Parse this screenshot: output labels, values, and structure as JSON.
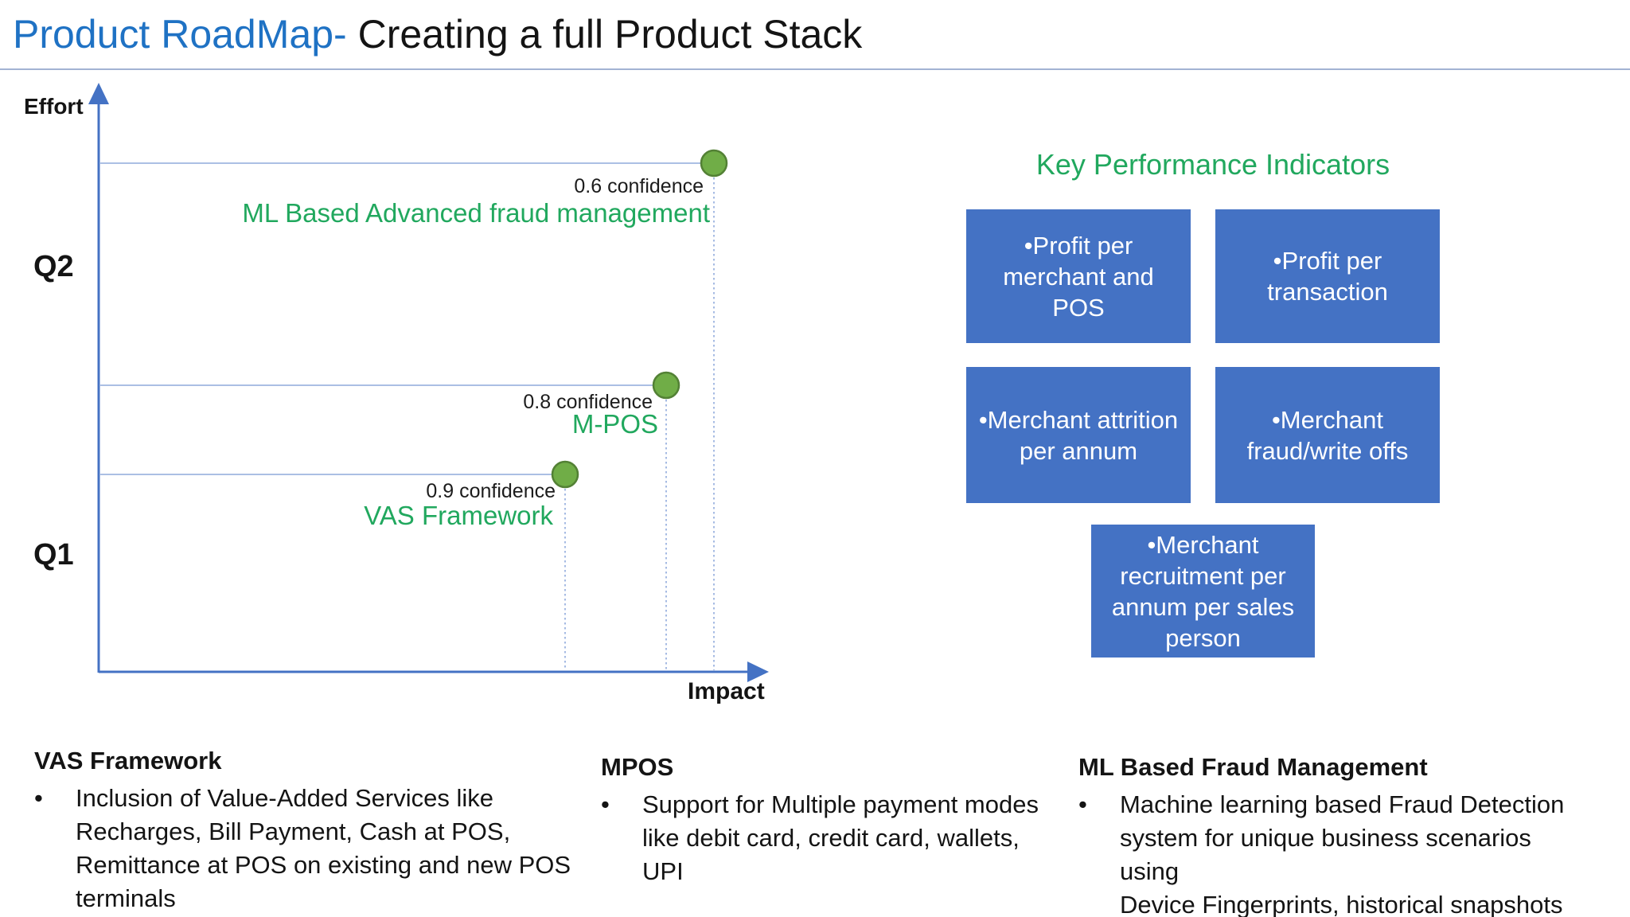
{
  "title": {
    "highlight": "Product RoadMap-",
    "rest": "Creating a full Product Stack"
  },
  "chart": {
    "y_axis_label": "Effort",
    "x_axis_label": "Impact",
    "q2_label": "Q2",
    "q1_label": "Q1",
    "points": [
      {
        "confidence_label": "0.6 confidence",
        "name": "ML Based Advanced fraud management"
      },
      {
        "confidence_label": "0.8 confidence",
        "name": "M-POS"
      },
      {
        "confidence_label": "0.9 confidence",
        "name": "VAS Framework"
      }
    ]
  },
  "chart_data": {
    "type": "scatter",
    "title": "Product RoadMap - Effort vs Impact",
    "xlabel": "Impact",
    "ylabel": "Effort",
    "y_axis_ticks": [
      "Q1",
      "Q2"
    ],
    "grid": false,
    "legend": "none",
    "points": [
      {
        "label": "VAS Framework",
        "confidence": 0.9,
        "quarter": "Q1",
        "impact": "low",
        "effort": "low"
      },
      {
        "label": "M-POS",
        "confidence": 0.8,
        "quarter": "Q1-Q2",
        "impact": "medium",
        "effort": "medium"
      },
      {
        "label": "ML Based Advanced fraud management",
        "confidence": 0.6,
        "quarter": "Q2",
        "impact": "high",
        "effort": "high"
      }
    ]
  },
  "kpi": {
    "title": "Key Performance Indicators",
    "boxes": [
      {
        "label": "•Profit per\nmerchant and POS"
      },
      {
        "label": "•Profit per\ntransaction"
      },
      {
        "label": "•Merchant attrition\nper annum"
      },
      {
        "label": "•Merchant\nfraud/write offs"
      },
      {
        "label": "•Merchant\nrecruitment per\nannum per sales\nperson"
      }
    ]
  },
  "notes": [
    {
      "heading": "VAS Framework",
      "bullet": "•",
      "text": "Inclusion of Value-Added Services like\nRecharges, Bill Payment, Cash at POS,\nRemittance at POS on existing and new POS\nterminals"
    },
    {
      "heading": "MPOS",
      "bullet": "•",
      "text": "Support for Multiple payment modes\nlike debit card, credit card, wallets,\nUPI"
    },
    {
      "heading": "ML Based Fraud Management",
      "bullet": "•",
      "text": "Machine learning based Fraud Detection\nsystem for unique business scenarios using\nDevice Fingerprints, historical snapshots"
    }
  ],
  "colors": {
    "title_blue": "#1F72C4",
    "divider_blue": "#A3B3D3",
    "accent_green": "#21A85E",
    "axis_blue": "#4472C4",
    "guide_blue": "#8FAADC",
    "box_blue": "#4472C4",
    "dot_green": "#70AD47",
    "dot_border": "#538135"
  }
}
